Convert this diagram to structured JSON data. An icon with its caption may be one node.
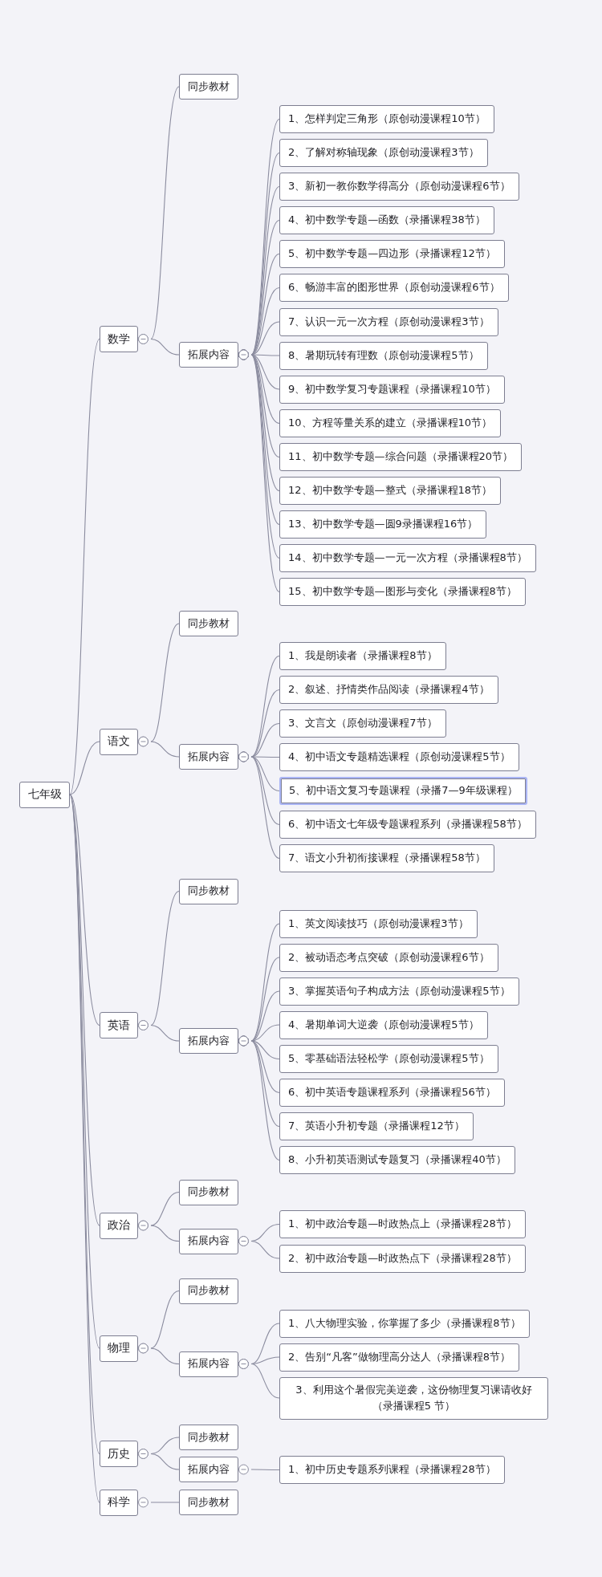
{
  "diagram": {
    "nodes": [
      {
        "text": [
          "七年级"
        ]
      },
      {
        "text": [
          "数学"
        ]
      },
      {
        "text": [
          "同步教材"
        ]
      },
      {
        "text": [
          "拓展内容"
        ]
      },
      {
        "text": [
          "1、怎样判定三角形（原创动漫课程10节）"
        ]
      },
      {
        "text": [
          "2、了解对称轴现象（原创动漫课程3节）"
        ]
      },
      {
        "text": [
          "3、新初一教你数学得高分（原创动漫课程6节）"
        ]
      },
      {
        "text": [
          "4、初中数学专题—函数（录播课程38节）"
        ]
      },
      {
        "text": [
          "5、初中数学专题—四边形（录播课程12节）"
        ]
      },
      {
        "text": [
          "6、畅游丰富的图形世界（原创动漫课程6节）"
        ]
      },
      {
        "text": [
          "7、认识一元一次方程（原创动漫课程3节）"
        ]
      },
      {
        "text": [
          "8、暑期玩转有理数（原创动漫课程5节）"
        ]
      },
      {
        "text": [
          "9、初中数学复习专题课程（录播课程10节）"
        ]
      },
      {
        "text": [
          "10、方程等量关系的建立（录播课程10节）"
        ]
      },
      {
        "text": [
          "11、初中数学专题—综合问题（录播课程20节）"
        ]
      },
      {
        "text": [
          "12、初中数学专题—整式（录播课程18节）"
        ]
      },
      {
        "text": [
          "13、初中数学专题—圆9录播课程16节）"
        ]
      },
      {
        "text": [
          "14、初中数学专题—一元一次方程（录播课程8节）"
        ]
      },
      {
        "text": [
          "15、初中数学专题—图形与变化（录播课程8节）"
        ]
      },
      {
        "text": [
          "语文"
        ]
      },
      {
        "text": [
          "同步教材"
        ]
      },
      {
        "text": [
          "拓展内容"
        ]
      },
      {
        "text": [
          "1、我是朗读者（录播课程8节）"
        ]
      },
      {
        "text": [
          "2、叙述、抒情类作品阅读（录播课程4节）"
        ]
      },
      {
        "text": [
          "3、文言文（原创动漫课程7节）"
        ]
      },
      {
        "text": [
          "4、初中语文专题精选课程（原创动漫课程5节）"
        ]
      },
      {
        "text": [
          "5、初中语文复习专题课程（录播7—9年级课程）"
        ]
      },
      {
        "text": [
          "6、初中语文七年级专题课程系列（录播课程58节）"
        ]
      },
      {
        "text": [
          "7、语文小升初衔接课程（录播课程58节）"
        ]
      },
      {
        "text": [
          "英语"
        ]
      },
      {
        "text": [
          "同步教材"
        ]
      },
      {
        "text": [
          "拓展内容"
        ]
      },
      {
        "text": [
          "1、英文阅读技巧（原创动漫课程3节）"
        ]
      },
      {
        "text": [
          "2、被动语态考点突破（原创动漫课程6节）"
        ]
      },
      {
        "text": [
          "3、掌握英语句子构成方法（原创动漫课程5节）"
        ]
      },
      {
        "text": [
          "4、暑期单词大逆袭（原创动漫课程5节）"
        ]
      },
      {
        "text": [
          "5、零基础语法轻松学（原创动漫课程5节）"
        ]
      },
      {
        "text": [
          "6、初中英语专题课程系列（录播课程56节）"
        ]
      },
      {
        "text": [
          "7、英语小升初专题（录播课程12节）"
        ]
      },
      {
        "text": [
          "8、小升初英语测试专题复习（录播课程40节）"
        ]
      },
      {
        "text": [
          "政治"
        ]
      },
      {
        "text": [
          "同步教材"
        ]
      },
      {
        "text": [
          "拓展内容"
        ]
      },
      {
        "text": [
          "1、初中政治专题—时政热点上（录播课程28节）"
        ]
      },
      {
        "text": [
          "2、初中政治专题—时政热点下（录播课程28节）"
        ]
      },
      {
        "text": [
          "物理"
        ]
      },
      {
        "text": [
          "同步教材"
        ]
      },
      {
        "text": [
          "拓展内容"
        ]
      },
      {
        "text": [
          "1、八大物理实验，你掌握了多少（录播课程8节）"
        ]
      },
      {
        "text": [
          "2、告别“凡客”做物理高分达人（录播课程8节）"
        ]
      },
      {
        "text": [
          "3、利用这个暑假完美逆袭，这份物理复习课请收好（录播课程5 节）"
        ]
      },
      {
        "text": [
          "历史"
        ]
      },
      {
        "text": [
          "同步教材"
        ]
      },
      {
        "text": [
          "拓展内容"
        ]
      },
      {
        "text": [
          "1、初中历史专题系列课程（录播课程28节）"
        ]
      },
      {
        "text": [
          "科学"
        ]
      },
      {
        "text": [
          "同步教材"
        ]
      }
    ],
    "edges": [
      {
        "from": 0,
        "to": 1,
        "arrow": "none"
      },
      {
        "from": 1,
        "to": 2,
        "arrow": "other"
      },
      {
        "from": 1,
        "to": 3,
        "arrow": "other"
      },
      {
        "from": 3,
        "to": 4,
        "arrow": "other"
      },
      {
        "from": 3,
        "to": 5,
        "arrow": "other"
      },
      {
        "from": 3,
        "to": 6,
        "arrow": "other"
      },
      {
        "from": 3,
        "to": 7,
        "arrow": "other"
      },
      {
        "from": 3,
        "to": 8,
        "arrow": "other"
      },
      {
        "from": 3,
        "to": 9,
        "arrow": "other"
      },
      {
        "from": 3,
        "to": 10,
        "arrow": "other"
      },
      {
        "from": 3,
        "to": 11,
        "arrow": "other"
      },
      {
        "from": 3,
        "to": 12,
        "arrow": "other"
      },
      {
        "from": 3,
        "to": 13,
        "arrow": "other"
      },
      {
        "from": 3,
        "to": 14,
        "arrow": "other"
      },
      {
        "from": 3,
        "to": 15,
        "arrow": "other"
      },
      {
        "from": 3,
        "to": 16,
        "arrow": "other"
      },
      {
        "from": 3,
        "to": 17,
        "arrow": "other"
      },
      {
        "from": 3,
        "to": 18,
        "arrow": "other"
      },
      {
        "from": 0,
        "to": 19,
        "arrow": "none"
      },
      {
        "from": 19,
        "to": 20,
        "arrow": "other"
      },
      {
        "from": 19,
        "to": 21,
        "arrow": "other"
      },
      {
        "from": 21,
        "to": 22,
        "arrow": "other"
      },
      {
        "from": 21,
        "to": 23,
        "arrow": "other"
      },
      {
        "from": 21,
        "to": 24,
        "arrow": "other"
      },
      {
        "from": 21,
        "to": 25,
        "arrow": "other"
      },
      {
        "from": 21,
        "to": 26,
        "arrow": "other"
      },
      {
        "from": 21,
        "to": 27,
        "arrow": "other"
      },
      {
        "from": 21,
        "to": 28,
        "arrow": "other"
      },
      {
        "from": 0,
        "to": 29,
        "arrow": "none"
      },
      {
        "from": 29,
        "to": 30,
        "arrow": "other"
      },
      {
        "from": 29,
        "to": 31,
        "arrow": "other"
      },
      {
        "from": 31,
        "to": 32,
        "arrow": "other"
      },
      {
        "from": 31,
        "to": 33,
        "arrow": "other"
      },
      {
        "from": 31,
        "to": 34,
        "arrow": "other"
      },
      {
        "from": 31,
        "to": 35,
        "arrow": "other"
      },
      {
        "from": 31,
        "to": 36,
        "arrow": "other"
      },
      {
        "from": 31,
        "to": 37,
        "arrow": "other"
      },
      {
        "from": 31,
        "to": 38,
        "arrow": "other"
      },
      {
        "from": 31,
        "to": 39,
        "arrow": "other"
      },
      {
        "from": 0,
        "to": 40,
        "arrow": "none"
      },
      {
        "from": 40,
        "to": 41,
        "arrow": "other"
      },
      {
        "from": 40,
        "to": 42,
        "arrow": "other"
      },
      {
        "from": 42,
        "to": 43,
        "arrow": "other"
      },
      {
        "from": 42,
        "to": 44,
        "arrow": "other"
      },
      {
        "from": 0,
        "to": 45,
        "arrow": "none"
      },
      {
        "from": 45,
        "to": 46,
        "arrow": "other"
      },
      {
        "from": 45,
        "to": 47,
        "arrow": "other"
      },
      {
        "from": 47,
        "to": 48,
        "arrow": "other"
      },
      {
        "from": 47,
        "to": 49,
        "arrow": "other"
      },
      {
        "from": 47,
        "to": 50,
        "arrow": "other"
      },
      {
        "from": 0,
        "to": 51,
        "arrow": "none"
      },
      {
        "from": 51,
        "to": 52,
        "arrow": "other"
      },
      {
        "from": 51,
        "to": 53,
        "arrow": "other"
      },
      {
        "from": 53,
        "to": 54,
        "arrow": "other"
      },
      {
        "from": 0,
        "to": 55,
        "arrow": "none"
      },
      {
        "from": 55,
        "to": 56,
        "arrow": "other"
      }
    ]
  }
}
